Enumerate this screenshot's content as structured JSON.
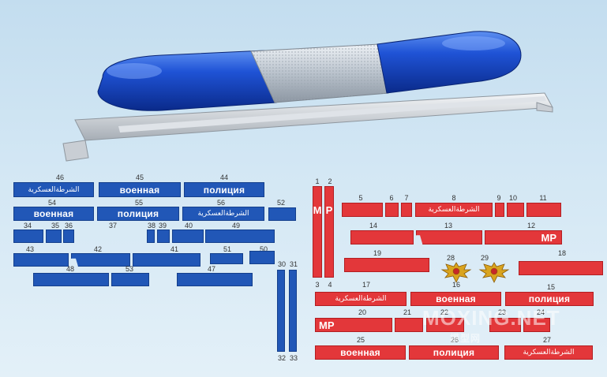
{
  "labels": {
    "voennaya": "военная",
    "politsiya": "полиция",
    "arabic": "الشرطةالعسكرية",
    "mp": "MP",
    "m": "M",
    "p": "P"
  },
  "numbers": {
    "n1": "1",
    "n2": "2",
    "n3": "3",
    "n4": "4",
    "n5": "5",
    "n6": "6",
    "n7": "7",
    "n8": "8",
    "n9": "9",
    "n10": "10",
    "n11": "11",
    "n12": "12",
    "n13": "13",
    "n14": "14",
    "n15": "15",
    "n16": "16",
    "n17": "17",
    "n18": "18",
    "n19": "19",
    "n20": "20",
    "n21": "21",
    "n22": "22",
    "n23": "23",
    "n24": "24",
    "n25": "25",
    "n26": "26",
    "n27": "27",
    "n28": "28",
    "n29": "29",
    "n30": "30",
    "n31": "31",
    "n32": "32",
    "n33": "33",
    "n34": "34",
    "n35": "35",
    "n36": "36",
    "n37": "37",
    "n38": "38",
    "n39": "39",
    "n40": "40",
    "n41": "41",
    "n42": "42",
    "n43": "43",
    "n44": "44",
    "n45": "45",
    "n46": "46",
    "n47": "47",
    "n48": "48",
    "n49": "49",
    "n50": "50",
    "n51": "51",
    "n52": "52",
    "n53": "53",
    "n54": "54",
    "n55": "55",
    "n56": "56"
  },
  "watermark": {
    "latin": "MOXING.NET",
    "cjk": "模型网"
  },
  "colors": {
    "blue": "#2157b7",
    "red": "#e3373a",
    "gold": "#d9a41e",
    "background": "#cfe4f3"
  }
}
